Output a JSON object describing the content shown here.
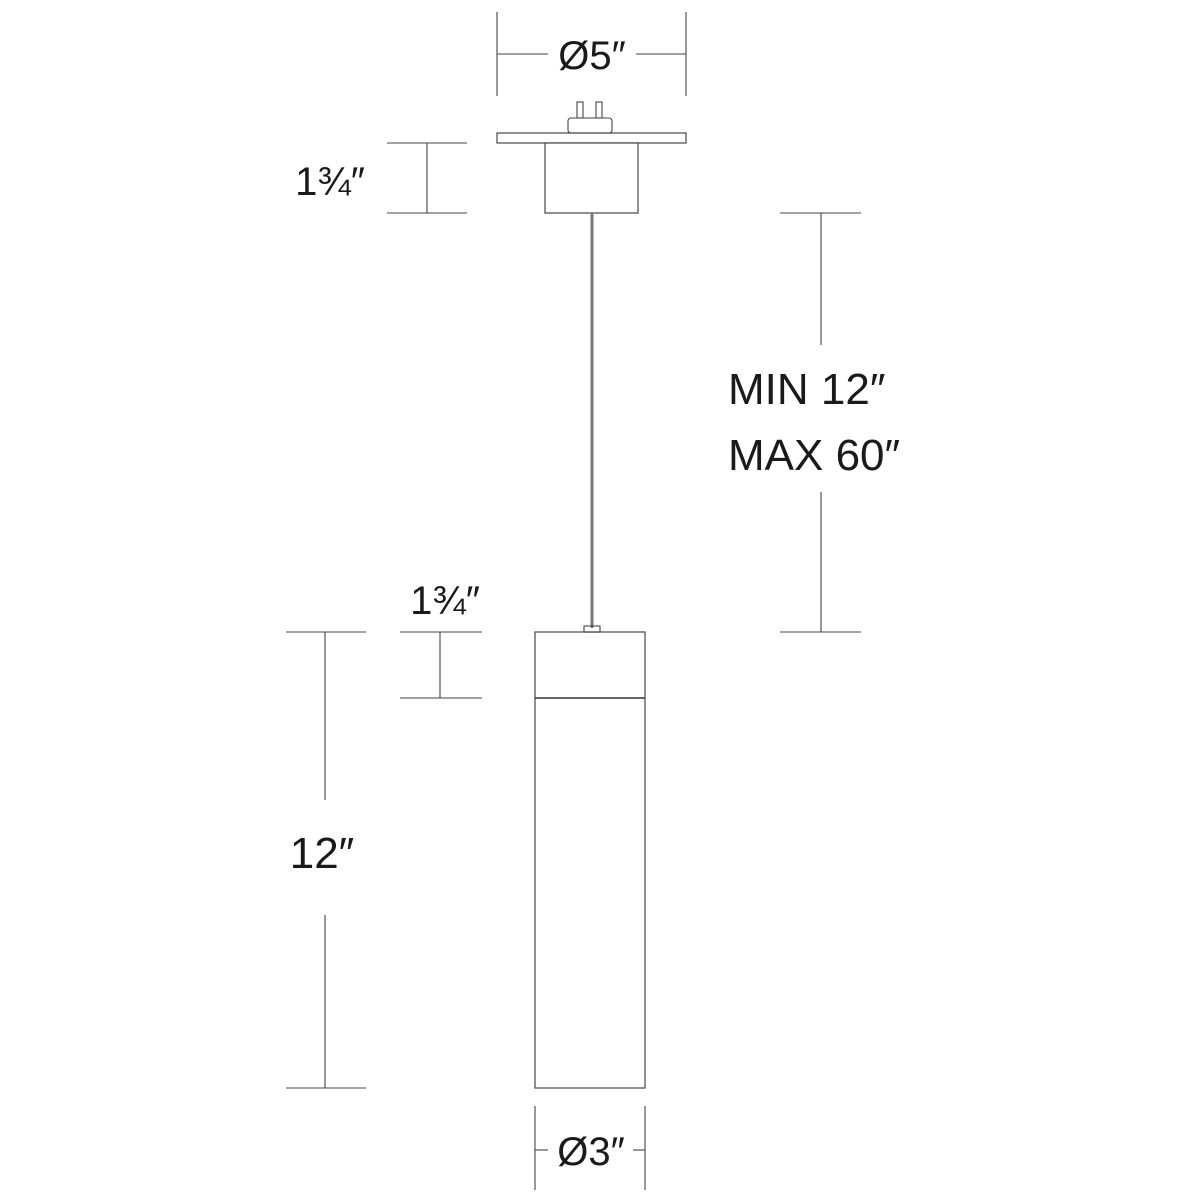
{
  "labels": {
    "canopy_diameter": "Ø5″",
    "canopy_height": "1¾″",
    "cord_min": "MIN  12″",
    "cord_max": "MAX 60″",
    "cap_height": "1¾″",
    "shade_height": "12″",
    "shade_diameter": "Ø3″"
  },
  "colors": {
    "ink": "#1a1a1a",
    "line": "#333333"
  }
}
